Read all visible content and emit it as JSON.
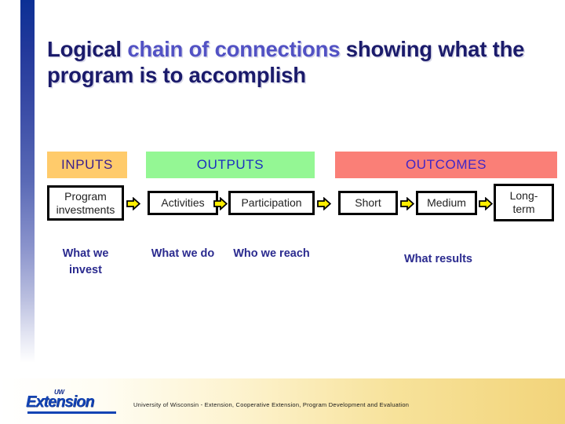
{
  "slide": {
    "title_part1": "Logical ",
    "title_highlight": "chain of connections",
    "title_part2": " showing what the program is to accomplish"
  },
  "columns": [
    {
      "name": "inputs",
      "label": "INPUTS",
      "color": "#ffcb6b",
      "text_color": "#3a1f8c"
    },
    {
      "name": "outputs",
      "label": "OUTPUTS",
      "color": "#94f794",
      "text_color": "#1a2fc0"
    },
    {
      "name": "outcomes",
      "label": "OUTCOMES",
      "color": "#fa7f77",
      "text_color": "#4126c6"
    }
  ],
  "chain": {
    "boxes": [
      {
        "name": "program-investments",
        "label": "Program investments",
        "column": "inputs"
      },
      {
        "name": "activities",
        "label": "Activities",
        "column": "outputs"
      },
      {
        "name": "participation",
        "label": "Participation",
        "column": "outputs"
      },
      {
        "name": "short",
        "label": "Short",
        "column": "outcomes"
      },
      {
        "name": "medium",
        "label": "Medium",
        "column": "outcomes"
      },
      {
        "name": "long-term",
        "label": "Long-term",
        "column": "outcomes"
      }
    ],
    "arrow_count": 5,
    "arrow_fill": "#ffee00",
    "arrow_stroke": "#000000"
  },
  "captions": [
    {
      "name": "what-we-invest",
      "label": "What we invest"
    },
    {
      "name": "what-we-do",
      "label": "What we do"
    },
    {
      "name": "who-we-reach",
      "label": "Who we reach"
    },
    {
      "name": "what-results",
      "label": "What results"
    }
  ],
  "footer": {
    "logo_uw": "UW",
    "logo_word": "Extension",
    "credit": "University of Wisconsin - Extension, Cooperative Extension, Program Development and Evaluation"
  }
}
